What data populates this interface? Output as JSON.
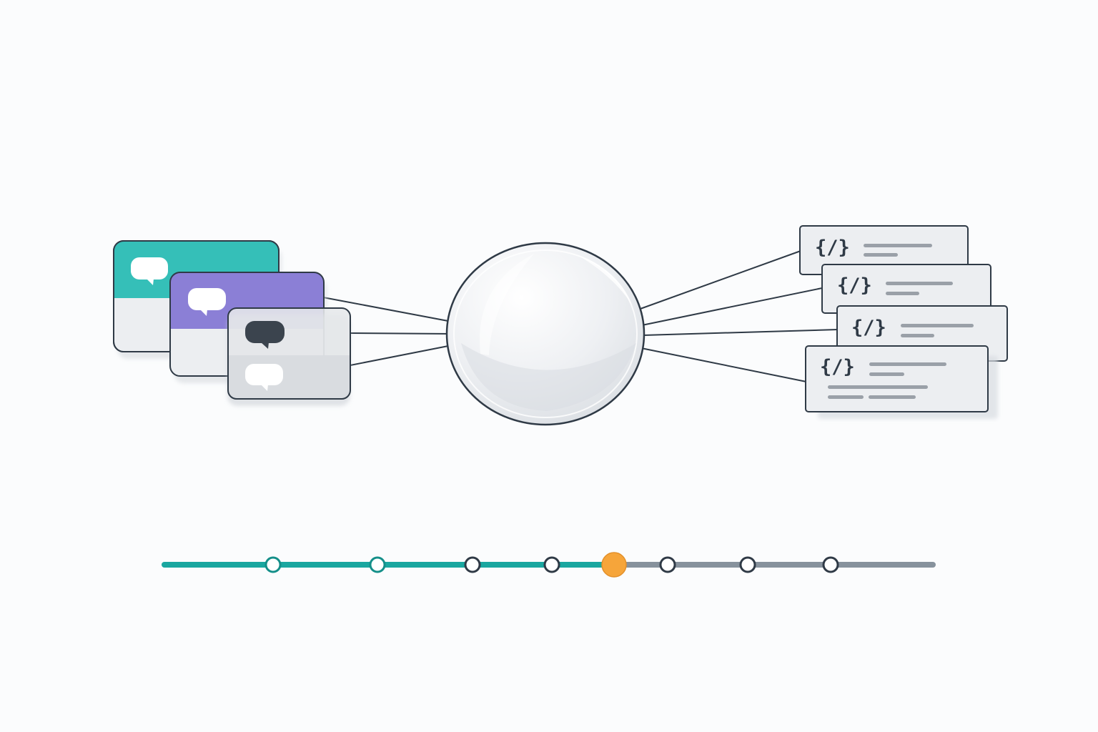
{
  "colors": {
    "background": "#fbfcfd",
    "stroke": "#2f3a46",
    "teal": "#35bfb8",
    "purple": "#8b7fd6",
    "card_body": "#eceef1",
    "card_gray": "#dfe2e6",
    "code_line": "#9aa0a8",
    "timeline_done": "#1aa7a0",
    "timeline_todo": "#87929d",
    "timeline_current": "#f6a53a"
  },
  "chat_panels": [
    {
      "header_color": "teal",
      "bubble_icons": [
        "chat-bubble-white-icon"
      ]
    },
    {
      "header_color": "purple",
      "bubble_icons": [
        "chat-bubble-white-icon"
      ]
    },
    {
      "header_color": "gray",
      "bubble_icons": [
        "chat-bubble-dark-icon",
        "chat-bubble-white-icon"
      ]
    }
  ],
  "hub": {
    "icon": "glass-sphere-icon"
  },
  "code_cards": [
    {
      "glyph": "{/}"
    },
    {
      "glyph": "{/}"
    },
    {
      "glyph": "{/}"
    },
    {
      "glyph": "{/}"
    }
  ],
  "timeline": {
    "milestones": 8,
    "current_index": 4,
    "completed_count": 4,
    "progress_fraction": 0.58
  }
}
